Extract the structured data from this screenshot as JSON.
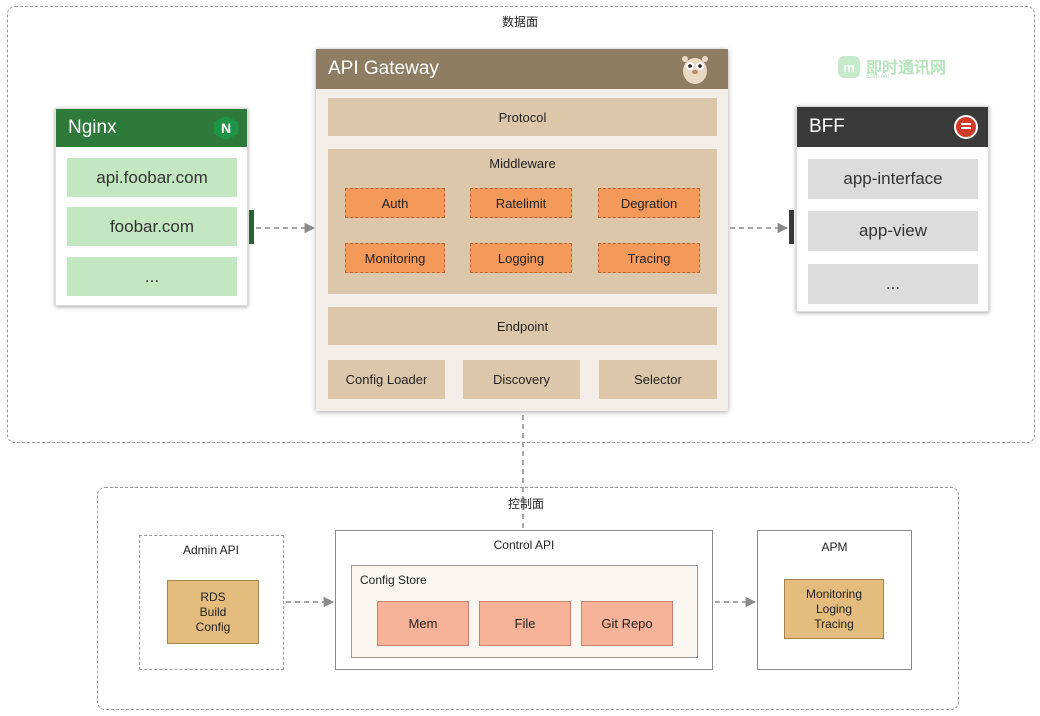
{
  "data_plane": {
    "label": "数据面"
  },
  "control_plane": {
    "label": "控制面"
  },
  "watermark": {
    "text": "即时通讯网",
    "sub": "52im.net"
  },
  "nginx": {
    "title": "Nginx",
    "logo": "N",
    "items": [
      "api.foobar.com",
      "foobar.com",
      "..."
    ]
  },
  "gateway": {
    "title": "API Gateway",
    "protocol": "Protocol",
    "middleware": {
      "label": "Middleware",
      "items": [
        "Auth",
        "Ratelimit",
        "Degration",
        "Monitoring",
        "Logging",
        "Tracing"
      ]
    },
    "endpoint": "Endpoint",
    "bottom": [
      "Config Loader",
      "Discovery",
      "Selector"
    ]
  },
  "bff": {
    "title": "BFF",
    "items": [
      "app-interface",
      "app-view",
      "..."
    ]
  },
  "admin_api": {
    "label": "Admin API",
    "box_lines": [
      "RDS",
      "Build",
      "Config"
    ]
  },
  "control_api": {
    "label": "Control API",
    "config_store": {
      "label": "Config Store",
      "items": [
        "Mem",
        "File",
        "Git Repo"
      ]
    }
  },
  "apm": {
    "label": "APM",
    "box_lines": [
      "Monitoring",
      "Loging",
      "Tracing"
    ]
  }
}
